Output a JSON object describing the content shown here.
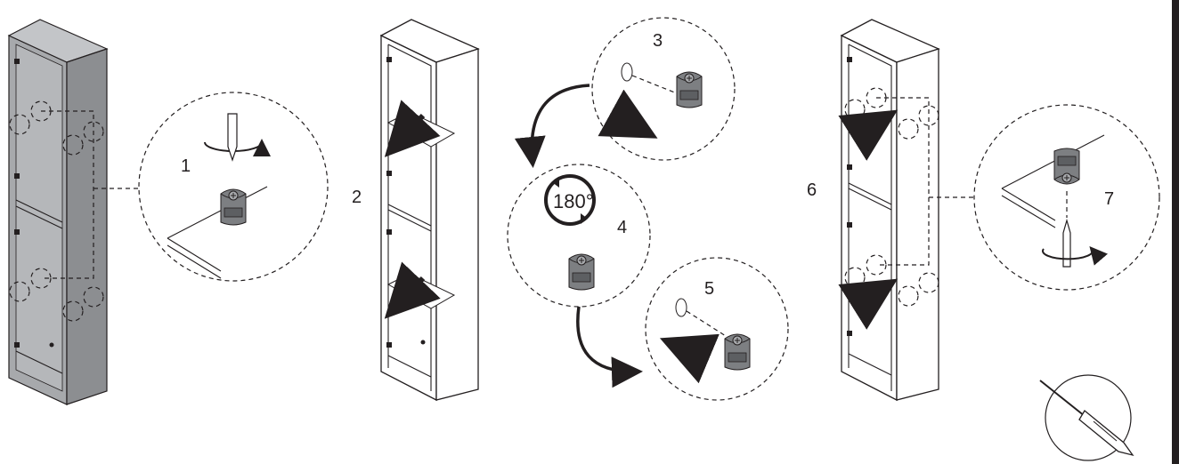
{
  "steps": [
    {
      "id": "1",
      "label": "1"
    },
    {
      "id": "2",
      "label": "2"
    },
    {
      "id": "3",
      "label": "3"
    },
    {
      "id": "4",
      "label": "4"
    },
    {
      "id": "5",
      "label": "5"
    },
    {
      "id": "6",
      "label": "6"
    },
    {
      "id": "7",
      "label": "7"
    }
  ],
  "rotation": {
    "label": "180°"
  },
  "tool": {
    "icon": "screwdriver-icon"
  },
  "colors": {
    "ink": "#231f20",
    "panel_gray": "#a7a9ac",
    "panel_gray_dark": "#8c8e91",
    "part_gray": "#7d7f82",
    "arrow_fill": "#231f20"
  }
}
